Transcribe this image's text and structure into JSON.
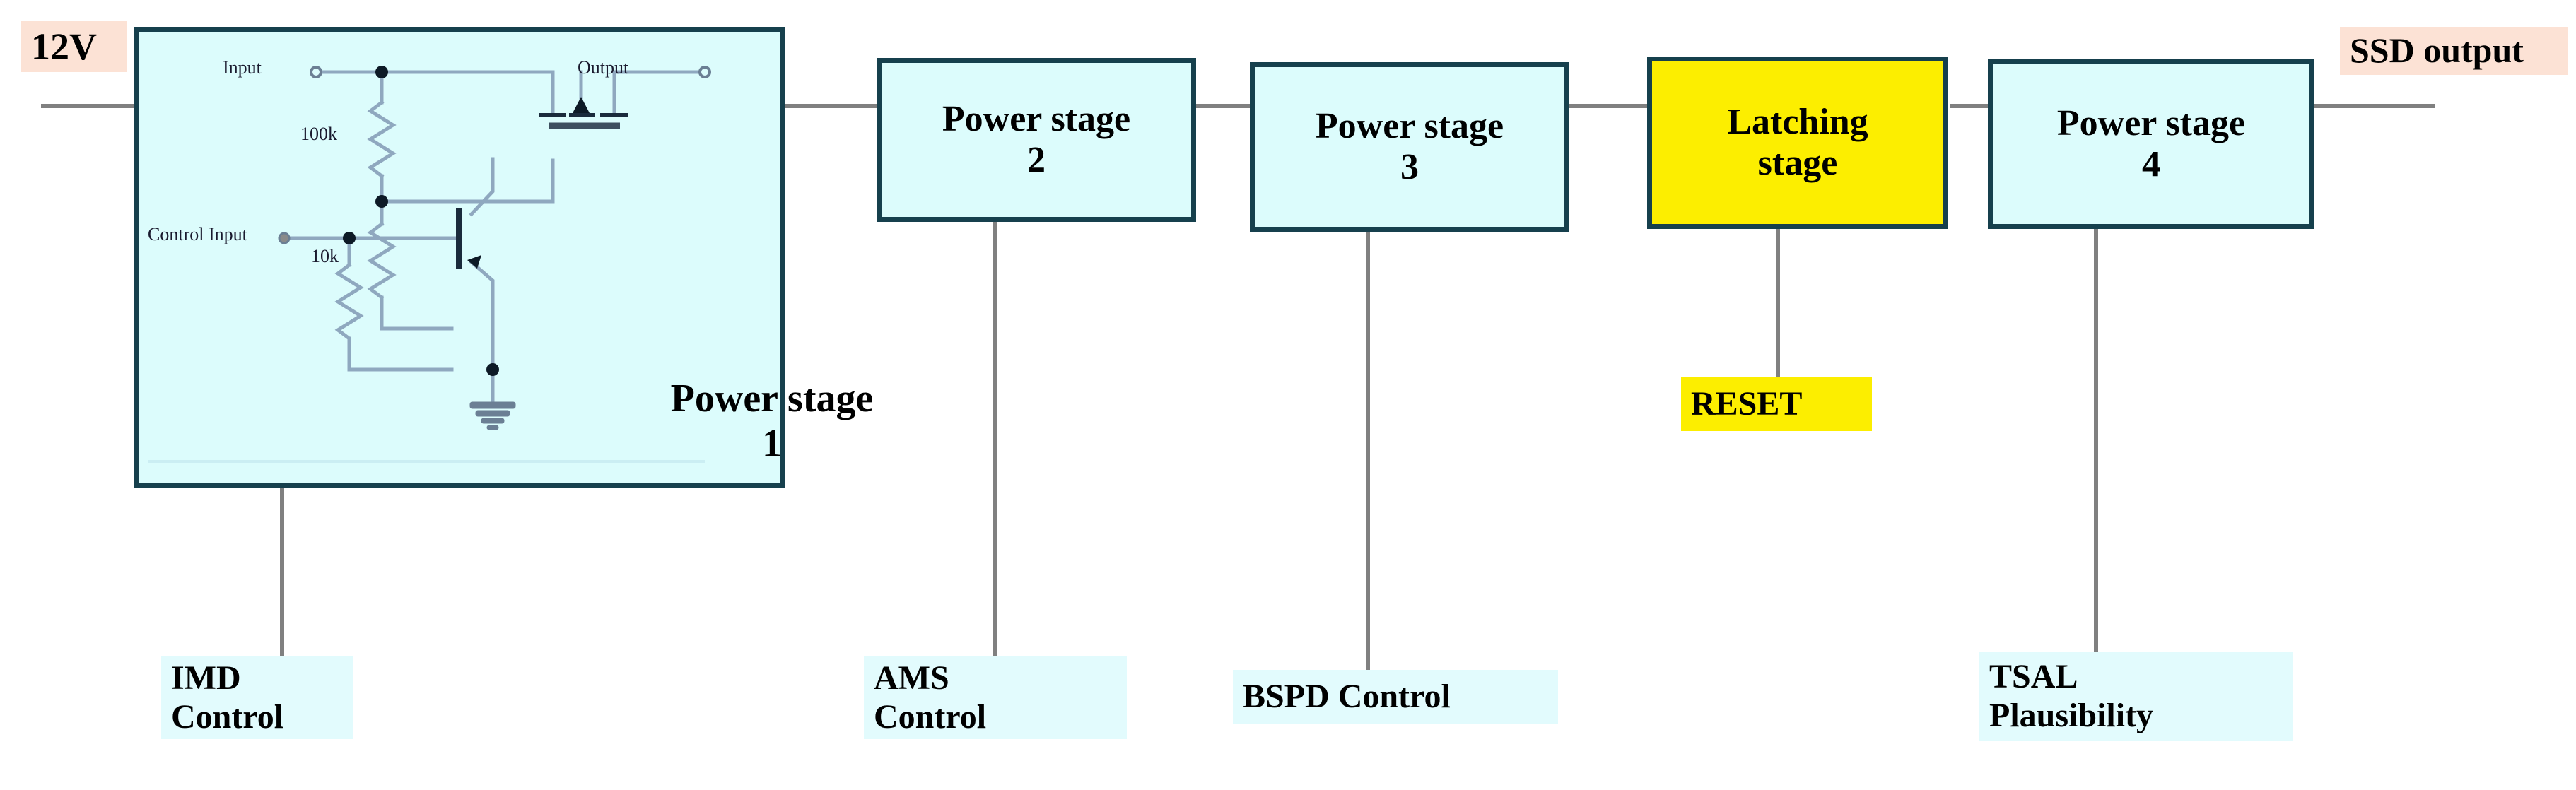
{
  "diagram": {
    "title": "Shutdown circuit block diagram",
    "colors": {
      "block_fill": "#dcfcfc",
      "block_border": "#16404d",
      "highlight_fill": "#fcee00",
      "io_tag_fill": "#fce2d5",
      "control_tag_fill": "#e2fbfd",
      "wire": "#808080"
    }
  },
  "io": {
    "supply_label": "12V",
    "output_label": "SSD output"
  },
  "stages": [
    {
      "id": "power-stage-1",
      "label": "Power stage\n1",
      "fill": "cyan"
    },
    {
      "id": "power-stage-2",
      "label": "Power stage\n2",
      "fill": "cyan"
    },
    {
      "id": "power-stage-3",
      "label": "Power stage\n3",
      "fill": "cyan"
    },
    {
      "id": "latching-stage",
      "label": "Latching\nstage",
      "fill": "yellow"
    },
    {
      "id": "power-stage-4",
      "label": "Power stage\n4",
      "fill": "cyan"
    }
  ],
  "controls": [
    {
      "id": "imd-control",
      "label": "IMD\nControl"
    },
    {
      "id": "ams-control",
      "label": "AMS\nControl"
    },
    {
      "id": "bspd-control",
      "label": "BSPD Control"
    },
    {
      "id": "tsal-plausibility",
      "label": "TSAL\nPlausibility"
    }
  ],
  "reset": {
    "label": "RESET"
  },
  "schematic": {
    "input_label": "Input",
    "output_label": "Output",
    "control_input_label": "Control Input",
    "r_upper_label": "100k",
    "r_lower_label": "10k"
  }
}
